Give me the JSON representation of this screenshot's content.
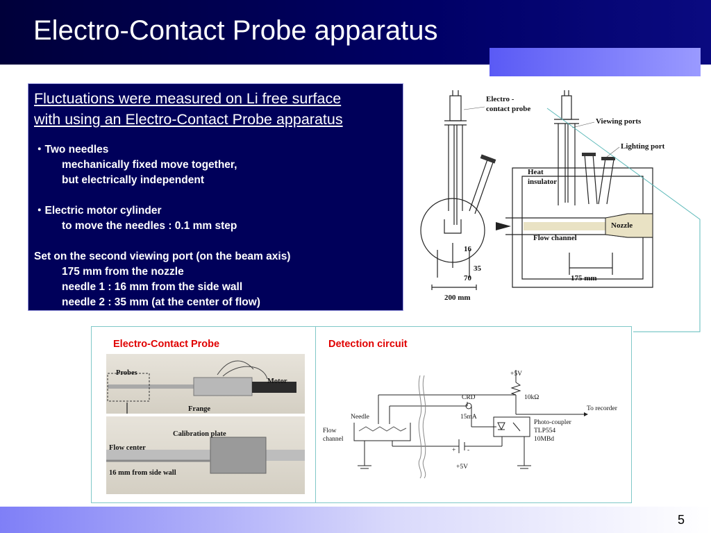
{
  "slide": {
    "title": "Electro-Contact Probe apparatus",
    "page_number": "5"
  },
  "text_box": {
    "heading_line1": "Fluctuations were measured on Li free surface",
    "heading_line2": "with using an Electro-Contact Probe apparatus",
    "item1_title": "・Two needles",
    "item1_line1": "mechanically fixed move together,",
    "item1_line2": "but electrically independent",
    "item2_title": "・Electric motor cylinder",
    "item2_line1": "to move the needles : 0.1 mm step",
    "item3_title": "Set on the second viewing port  (on the beam axis)",
    "item3_line1": "175 mm from the nozzle",
    "item3_line2": "needle 1 : 16 mm from the side wall",
    "item3_line3": "needle 2 : 35 mm  (at the center of flow)"
  },
  "apparatus_diagram": {
    "label_probe_1": "Electro -",
    "label_probe_2": "contact probe",
    "label_viewing_ports": "Viewing ports",
    "label_lighting_port": "Lighting port",
    "label_heat_1": "Heat",
    "label_heat_2": "insulator",
    "label_nozzle": "Nozzle",
    "label_flow_channel": "Flow channel",
    "dim_16": "16",
    "dim_35": "35",
    "dim_70": "70",
    "dim_200": "200 mm",
    "dim_175": "175 mm"
  },
  "photo_panel": {
    "probe_caption": "Electro-Contact Probe",
    "circuit_caption": "Detection circuit",
    "photo1_probes": "Probes",
    "photo1_motor": "Motor",
    "photo1_frange": "Frange",
    "photo2_calibration": "Calibration plate",
    "photo2_flow_center": "Flow center",
    "photo2_side_wall": "16 mm from side wall"
  },
  "circuit": {
    "plus5v_top": "+5V",
    "crd": "CRD",
    "crd_current": "15mA",
    "resistor": "10kΩ",
    "to_recorder": "To recorder",
    "needle": "Needle",
    "flow_1": "Flow",
    "flow_2": "channel",
    "photocoupler_1": "Photo-coupler",
    "photocoupler_2": "TLP554",
    "photocoupler_3": "10MBd",
    "battery_plus": "+",
    "battery_minus": "-",
    "plus5v_bottom": "+5V"
  },
  "colors": {
    "title_bar": "#000066",
    "text_box_bg": "#00005a",
    "caption_red": "#e00000",
    "panel_border": "#7fc8c8"
  }
}
